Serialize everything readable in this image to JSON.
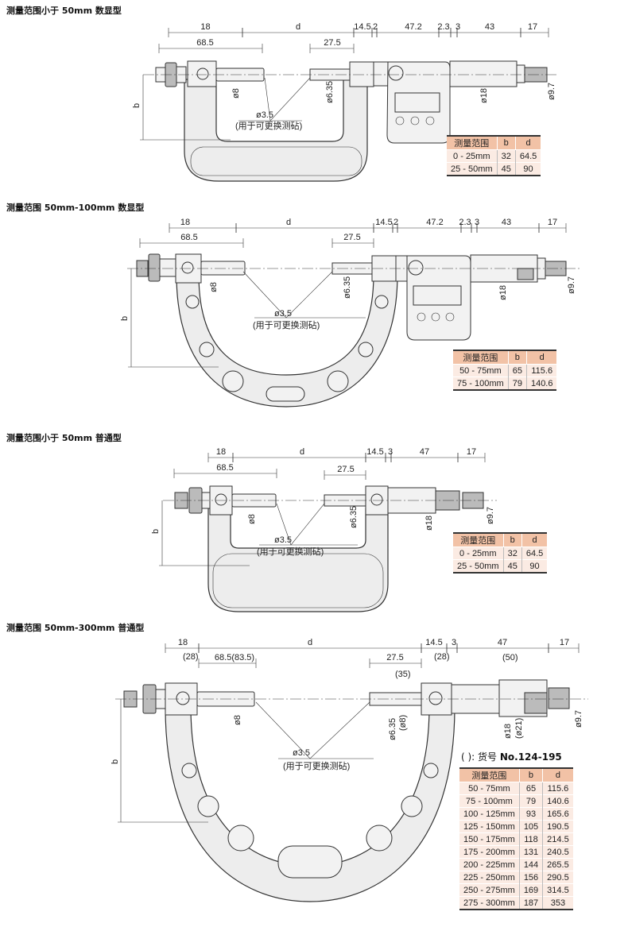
{
  "colors": {
    "table_header": "#f2c2a6",
    "table_row": "#fbebe3",
    "frame": "#ededed"
  },
  "sections": [
    {
      "title": "测量范围小于 50mm 数显型",
      "dims": {
        "a": "18",
        "d": "d",
        "c": "14.5",
        "e": "2",
        "f": "47.2",
        "g": "2.3",
        "h": "3",
        "i": "43",
        "j": "17",
        "k": "68.5",
        "l": "27.5"
      },
      "diam": {
        "spindle": "ø8",
        "anvil": "ø6.35",
        "sleeve": "ø18",
        "ratchet": "ø9.7",
        "tip": "ø3.5"
      },
      "b_label": "b",
      "note": "(用于可更换测砧)",
      "table": {
        "headers": [
          "测量范围",
          "b",
          "d"
        ],
        "rows": [
          [
            "0 - 25mm",
            "32",
            "64.5"
          ],
          [
            "25 - 50mm",
            "45",
            "90"
          ]
        ]
      }
    },
    {
      "title": "测量范围 50mm-100mm 数显型",
      "dims": {
        "a": "18",
        "d": "d",
        "c": "14.5",
        "e": "2",
        "f": "47.2",
        "g": "2.3",
        "h": "3",
        "i": "43",
        "j": "17",
        "k": "68.5",
        "l": "27.5"
      },
      "diam": {
        "spindle": "ø8",
        "anvil": "ø6.35",
        "sleeve": "ø18",
        "ratchet": "ø9.7",
        "tip": "ø3.5"
      },
      "b_label": "b",
      "note": "(用于可更换测砧)",
      "table": {
        "headers": [
          "测量范围",
          "b",
          "d"
        ],
        "rows": [
          [
            "50 - 75mm",
            "65",
            "115.6"
          ],
          [
            "75 - 100mm",
            "79",
            "140.6"
          ]
        ]
      }
    },
    {
      "title": "测量范围小于 50mm 普通型",
      "dims": {
        "a": "18",
        "d": "d",
        "c": "14.5",
        "h": "3",
        "f": "47",
        "j": "17",
        "k": "68.5",
        "l": "27.5"
      },
      "diam": {
        "spindle": "ø8",
        "anvil": "ø6.35",
        "sleeve": "ø18",
        "ratchet": "ø9.7",
        "tip": "ø3.5"
      },
      "b_label": "b",
      "note": "(用于可更换测砧)",
      "table": {
        "headers": [
          "测量范围",
          "b",
          "d"
        ],
        "rows": [
          [
            "0 - 25mm",
            "32",
            "64.5"
          ],
          [
            "25 - 50mm",
            "45",
            "90"
          ]
        ]
      }
    },
    {
      "title": "测量范围 50mm-300mm 普通型",
      "dims": {
        "a": "18",
        "a2": "(28)",
        "d": "d",
        "c": "14.5",
        "c2": "(28)",
        "h": "3",
        "f": "47",
        "f2": "(50)",
        "j": "17",
        "k": "68.5(83.5)",
        "l": "27.5",
        "l2": "(35)"
      },
      "diam": {
        "spindle": "ø8",
        "anvil": "ø6.35",
        "anvil2": "(ø8)",
        "sleeve": "ø18",
        "sleeve2": "(ø21)",
        "ratchet": "ø9.7",
        "tip": "ø3.5"
      },
      "b_label": "b",
      "note": "(用于可更换测砧)",
      "code_note": {
        "prefix": "( ): 货号 ",
        "code": "No.124-195"
      },
      "table": {
        "headers": [
          "测量范围",
          "b",
          "d"
        ],
        "rows": [
          [
            "50 - 75mm",
            "65",
            "115.6"
          ],
          [
            "75 - 100mm",
            "79",
            "140.6"
          ],
          [
            "100 - 125mm",
            "93",
            "165.6"
          ],
          [
            "125 - 150mm",
            "105",
            "190.5"
          ],
          [
            "150 - 175mm",
            "118",
            "214.5"
          ],
          [
            "175 - 200mm",
            "131",
            "240.5"
          ],
          [
            "200 - 225mm",
            "144",
            "265.5"
          ],
          [
            "225 - 250mm",
            "156",
            "290.5"
          ],
          [
            "250 - 275mm",
            "169",
            "314.5"
          ],
          [
            "275 - 300mm",
            "187",
            "353"
          ]
        ]
      }
    }
  ]
}
